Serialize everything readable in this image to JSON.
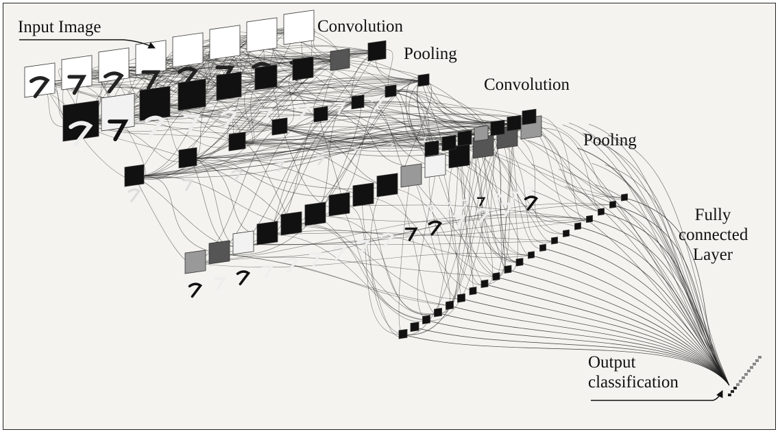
{
  "labels": {
    "input_image": "Input Image",
    "convolution_1": "Convolution",
    "pooling_1": "Pooling",
    "convolution_2": "Convolution",
    "pooling_2": "Pooling",
    "fully_connected_line1": "Fully",
    "fully_connected_line2": "connected",
    "fully_connected_line3": "Layer",
    "output_line1": "Output",
    "output_line2": "classification"
  },
  "colors": {
    "background": "#f4f3ef",
    "line": "#1a1a1a",
    "border": "#222222"
  }
}
